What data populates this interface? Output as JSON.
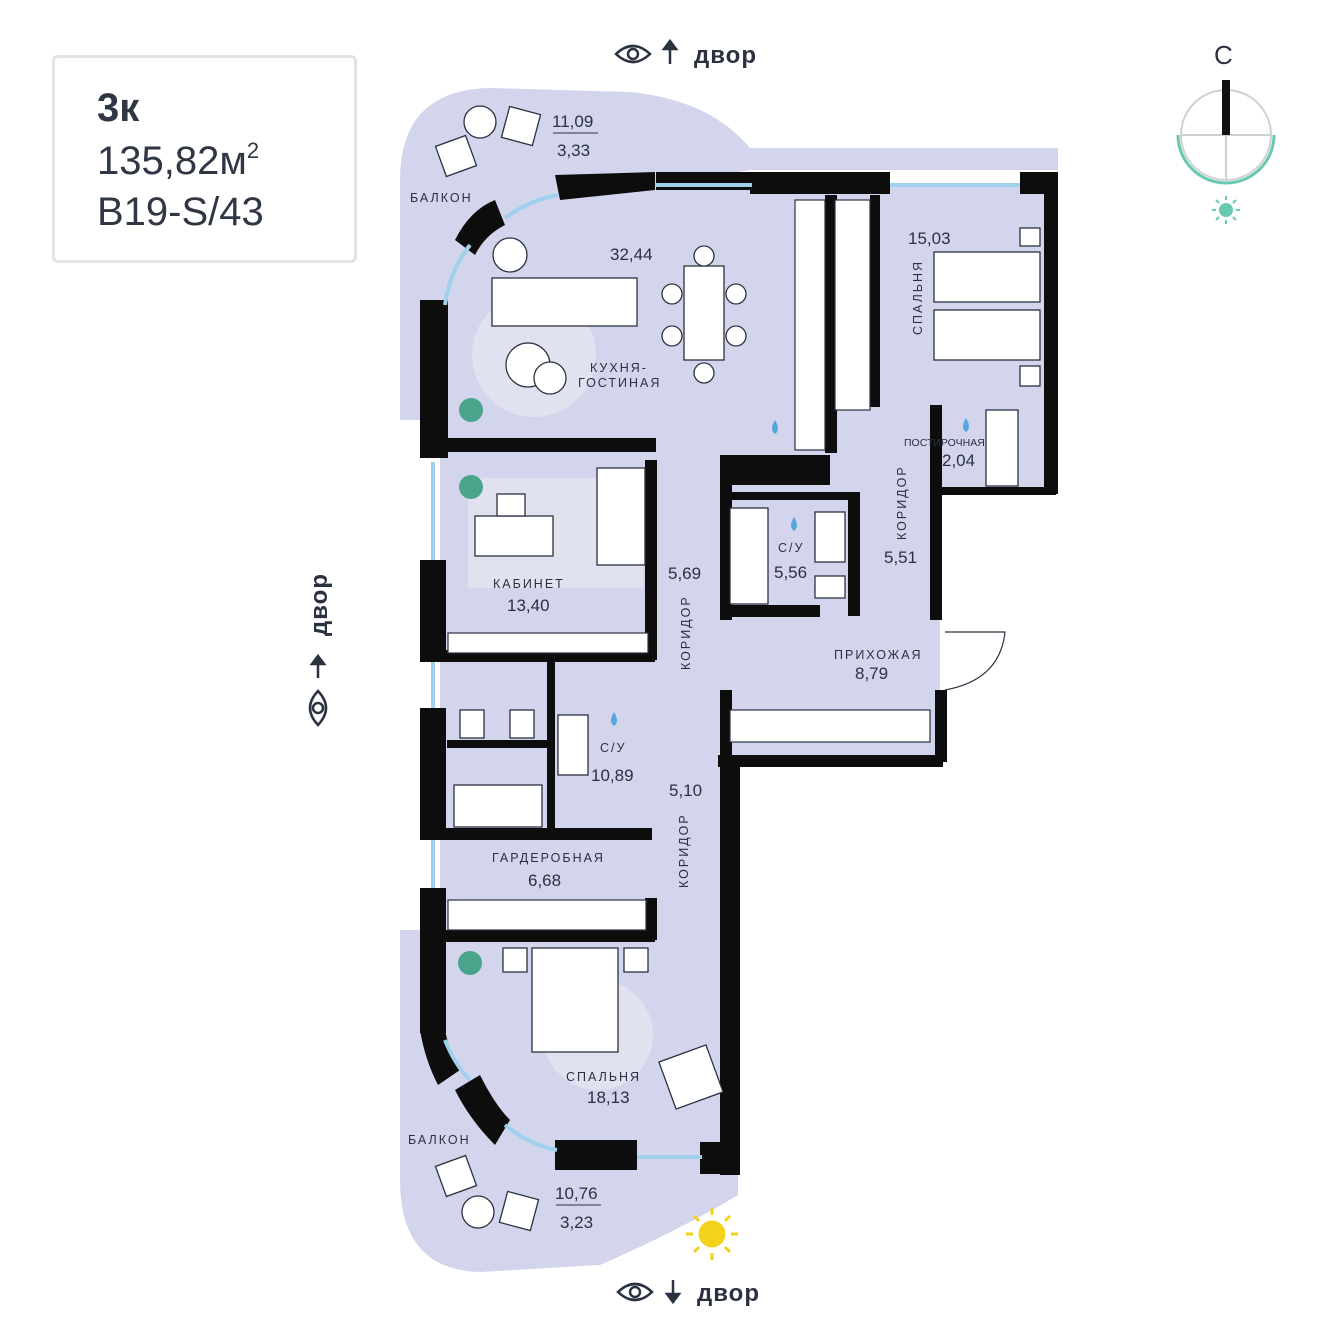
{
  "card": {
    "rooms": "3к",
    "area_value": "135,82м",
    "area_sup": "2",
    "code": "B19-S/43"
  },
  "orientation": {
    "top_view": "двор",
    "left_view": "двор",
    "bottom_view": "двор",
    "compass_north": "С"
  },
  "rooms": {
    "balcony_top": {
      "name": "БАЛКОН",
      "area": "11,09",
      "area_reduced": "3,33"
    },
    "kitchen": {
      "name_line1": "КУХНЯ-",
      "name_line2": "ГОСТИНАЯ",
      "area": "32,44"
    },
    "bedroom_small": {
      "name": "СПАЛЬНЯ",
      "area": "15,03"
    },
    "laundry": {
      "name": "ПОСТИРОЧНАЯ",
      "area": "2,04"
    },
    "corridor_right": {
      "name": "КОРИДОР",
      "area": "5,51"
    },
    "bathroom_small": {
      "name": "С/У",
      "area": "5,56"
    },
    "corridor_upper": {
      "name": "КОРИДОР",
      "area": "5,69"
    },
    "study": {
      "name": "КАБИНЕТ",
      "area": "13,40"
    },
    "hallway": {
      "name": "ПРИХОЖАЯ",
      "area": "8,79"
    },
    "bathroom_large": {
      "name": "С/У",
      "area": "10,89"
    },
    "corridor_lower": {
      "name": "КОРИДОР",
      "area": "5,10"
    },
    "wardrobe": {
      "name": "ГАРДЕРОБНАЯ",
      "area": "6,68"
    },
    "bedroom_large": {
      "name": "СПАЛЬНЯ",
      "area": "18,13"
    },
    "balcony_bottom": {
      "name": "БАЛКОН",
      "area": "10,76",
      "area_reduced": "3,23"
    }
  },
  "colors": {
    "floor": "#d3d5ec",
    "wall": "#0d0d0d",
    "window": "#9fd0ec",
    "compass_arc": "#66c9b0",
    "sun": "#f2d21b",
    "water": "#56a6dc"
  }
}
